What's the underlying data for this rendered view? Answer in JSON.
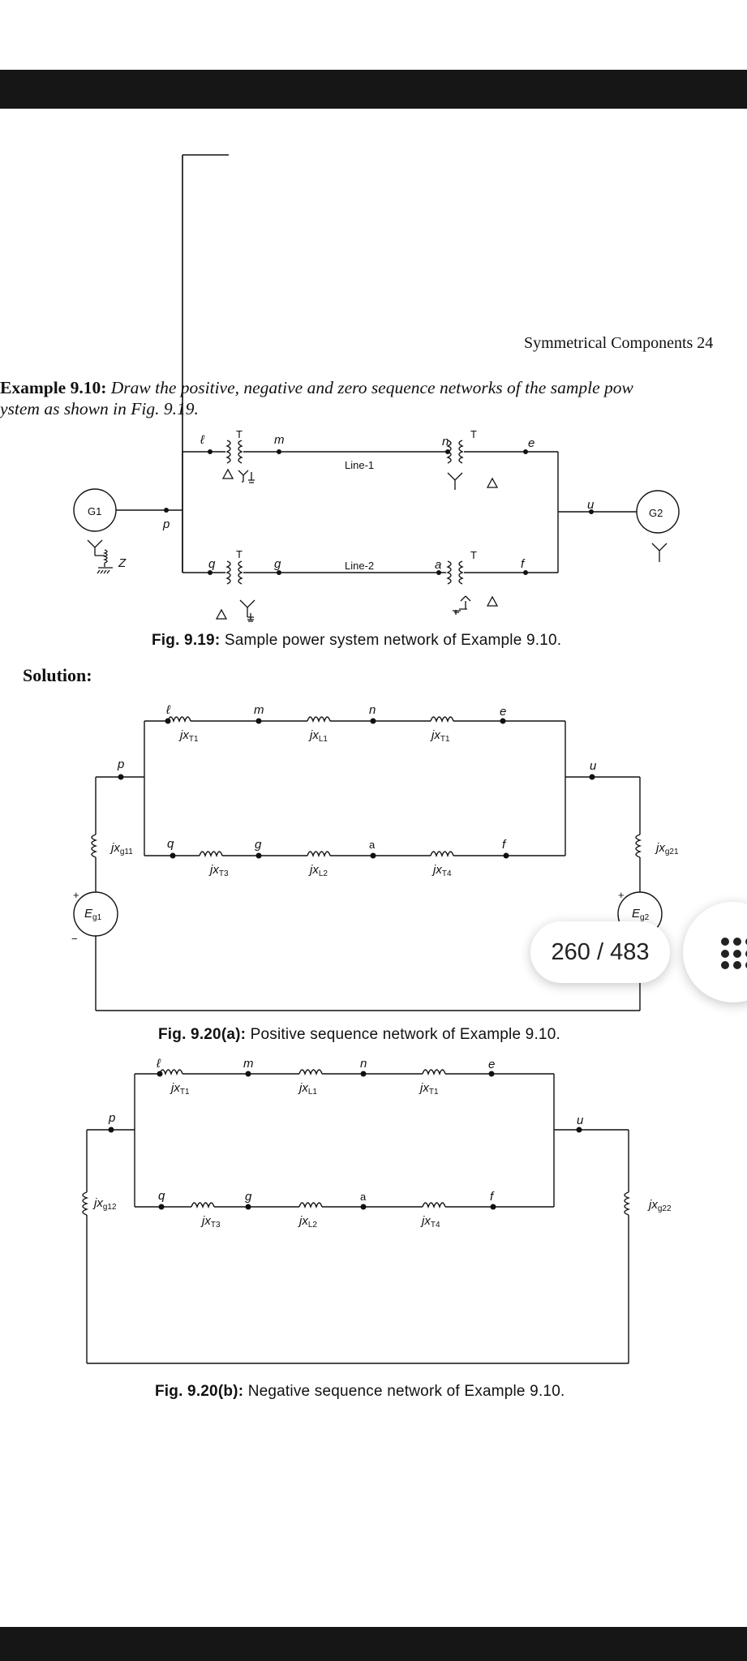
{
  "running_head": "Symmetrical Components   24",
  "example": {
    "label": "Example 9.10:",
    "line1": "Draw the positive, negative and zero sequence networks of the sample pow",
    "line2": "ystem as shown in Fig. 9.19."
  },
  "fig919": {
    "caption_label": "Fig. 9.19:",
    "caption_text": " Sample power system network of Example 9.10.",
    "G1": "G1",
    "G2": "G2",
    "zg": "Z",
    "p": "p",
    "l": "ℓ",
    "m": "m",
    "n": "n",
    "e": "e",
    "q": "q",
    "g": "g",
    "a": "a",
    "f": "f",
    "u": "u",
    "line1": "Line-1",
    "line2": "Line-2",
    "T2a": "T",
    "T2b": "T",
    "T3": "T",
    "T4": "T"
  },
  "solution": "Solution:",
  "fig920a": {
    "caption_label": "Fig. 9.20(a):",
    "caption_text": " Positive sequence network of Example 9.10.",
    "xT1a": "jx",
    "xL1": "jx",
    "xT1b": "jx",
    "xT3": "jx",
    "xL2": "jx",
    "xT4": "jx",
    "xg11": "jx",
    "xg21": "jx",
    "Eg1": "E",
    "Eg2": "E",
    "l": "ℓ",
    "m": "m",
    "n": "n",
    "e": "e",
    "q": "q",
    "g": "g",
    "a": "a",
    "f": "f",
    "p": "p",
    "u": "u",
    "plus": "+",
    "minus": "−"
  },
  "fig920b": {
    "caption_label": "Fig. 9.20(b):",
    "caption_text": " Negative sequence network of Example 9.10.",
    "xT1a": "jx",
    "xL1": "jx",
    "xT1b": "jx",
    "xT3": "jx",
    "xL2": "jx",
    "xT4": "jx",
    "xg12": "jx",
    "xg22": "jx",
    "l": "ℓ",
    "m": "m",
    "n": "n",
    "e": "e",
    "q": "q",
    "g": "g",
    "a": "a",
    "f": "f",
    "p": "p",
    "u": "u"
  },
  "viewer": {
    "page_indicator": "260 / 483",
    "grid_icon": "grid-icon"
  }
}
